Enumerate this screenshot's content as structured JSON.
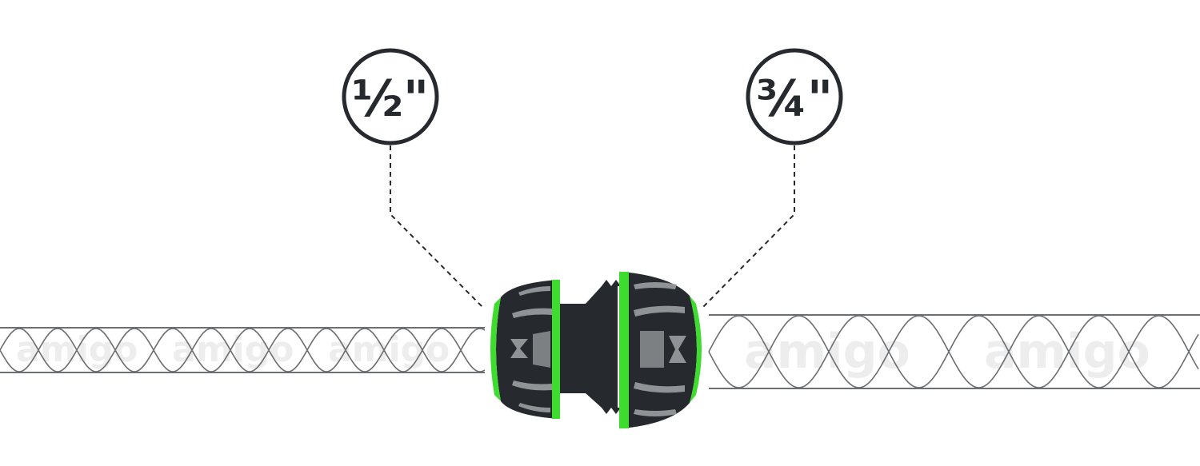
{
  "labels": {
    "left_size": "½\"",
    "right_size": "¾\""
  },
  "hose_watermark": "amigo",
  "colors": {
    "connector_body": "#262a2e",
    "accent_green": "#3ddc2e",
    "grip_grey": "#8f9396",
    "hose_lines": "#6c6f72",
    "callout": "#262a2e",
    "watermark": "#ededed"
  },
  "icons": {
    "connector": "hose-repair-connector-icon",
    "hose": "braided-hose-icon"
  }
}
